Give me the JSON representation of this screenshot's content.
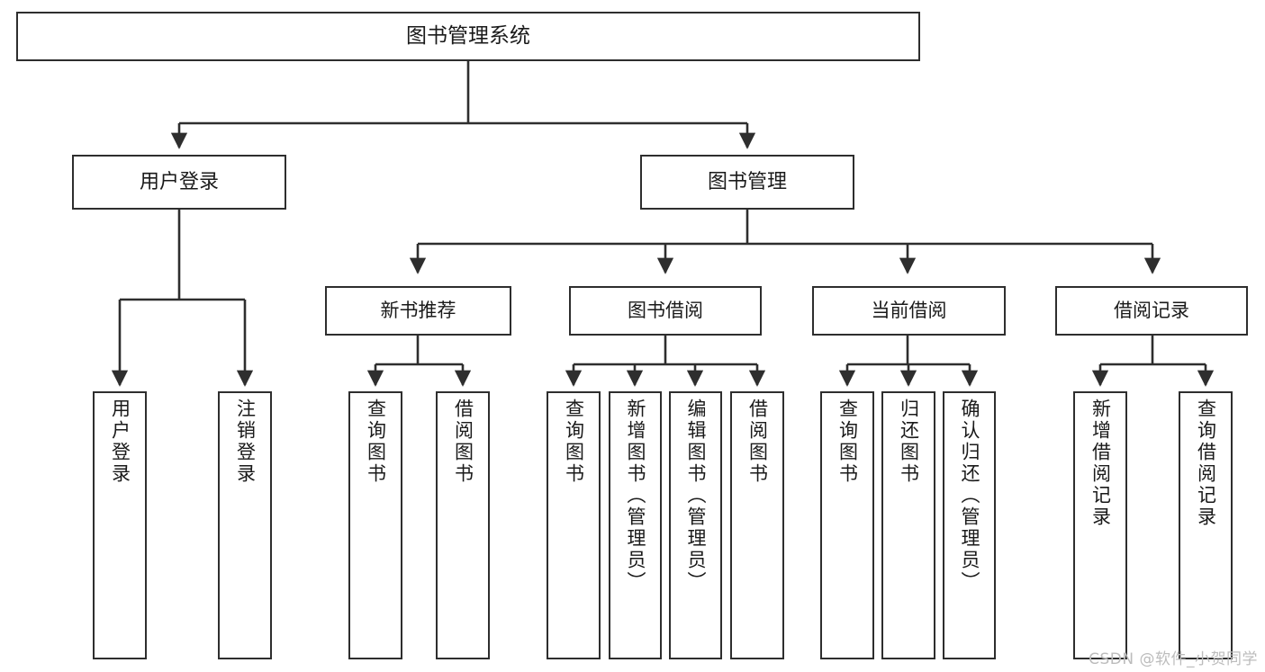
{
  "diagram": {
    "title": "图书管理系统",
    "type": "tree",
    "watermark": "CSDN @软件_小贺同学",
    "colors": {
      "box_border": "#2e2e2e",
      "box_fill": "#ffffff",
      "edge": "#2e2e2e",
      "text": "#1a1a1a",
      "watermark": "#bcbcbc"
    },
    "nodes": {
      "root": {
        "label": "图书管理系统"
      },
      "level2": [
        {
          "id": "user_login",
          "label": "用户登录"
        },
        {
          "id": "book_mgmt",
          "label": "图书管理"
        }
      ],
      "level3": [
        {
          "id": "new_book_rec",
          "label": "新书推荐"
        },
        {
          "id": "book_borrow",
          "label": "图书借阅"
        },
        {
          "id": "current_borrow",
          "label": "当前借阅"
        },
        {
          "id": "borrow_record",
          "label": "借阅记录"
        }
      ],
      "leaves": [
        {
          "id": "leaf_user_login",
          "label": "用户登录",
          "parent": "user_login"
        },
        {
          "id": "leaf_user_logout",
          "label": "注销登录",
          "parent": "user_login"
        },
        {
          "id": "leaf_query_book_1",
          "label": "查询图书",
          "parent": "new_book_rec"
        },
        {
          "id": "leaf_borrow_book_1",
          "label": "借阅图书",
          "parent": "new_book_rec"
        },
        {
          "id": "leaf_query_book_2",
          "label": "查询图书",
          "parent": "book_borrow"
        },
        {
          "id": "leaf_add_book",
          "label": "新增图书（管理员）",
          "parent": "book_borrow"
        },
        {
          "id": "leaf_edit_book",
          "label": "编辑图书（管理员）",
          "parent": "book_borrow"
        },
        {
          "id": "leaf_borrow_book_2",
          "label": "借阅图书",
          "parent": "book_borrow"
        },
        {
          "id": "leaf_query_book_3",
          "label": "查询图书",
          "parent": "current_borrow"
        },
        {
          "id": "leaf_return_book",
          "label": "归还图书",
          "parent": "current_borrow"
        },
        {
          "id": "leaf_confirm_return",
          "label": "确认归还（管理员）",
          "parent": "current_borrow"
        },
        {
          "id": "leaf_add_record",
          "label": "新增借阅记录",
          "parent": "borrow_record"
        },
        {
          "id": "leaf_query_record",
          "label": "查询借阅记录",
          "parent": "borrow_record"
        }
      ]
    }
  }
}
